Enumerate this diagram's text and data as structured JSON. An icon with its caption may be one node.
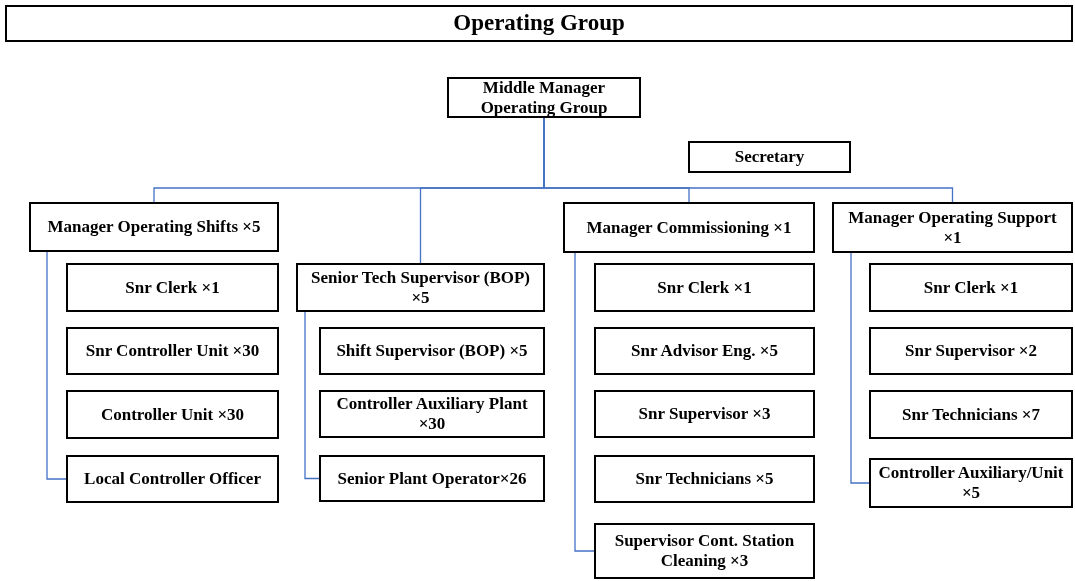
{
  "diagram": {
    "title": "Operating Group",
    "nodes": [
      {
        "text": [
          "Middle Manager Operating Group"
        ]
      },
      {
        "text": [
          "Secretary"
        ]
      },
      {
        "text": [
          "Manager Operating Shifts ×5"
        ]
      },
      {
        "text": [
          "Snr Clerk ×1"
        ]
      },
      {
        "text": [
          "Snr Controller Unit ×30"
        ]
      },
      {
        "text": [
          "Controller Unit ×30"
        ]
      },
      {
        "text": [
          "Local Controller Officer"
        ]
      },
      {
        "text": [
          "Senior Tech Supervisor (BOP) ×5"
        ]
      },
      {
        "text": [
          "Shift Supervisor (BOP) ×5"
        ]
      },
      {
        "text": [
          "Controller Auxiliary Plant ×30"
        ]
      },
      {
        "text": [
          "Senior Plant Operator×26"
        ]
      },
      {
        "text": [
          "Manager Commissioning ×1"
        ]
      },
      {
        "text": [
          "Snr Clerk ×1"
        ]
      },
      {
        "text": [
          "Snr Advisor Eng. ×5"
        ]
      },
      {
        "text": [
          "Snr Supervisor ×3"
        ]
      },
      {
        "text": [
          "Snr Technicians ×5"
        ]
      },
      {
        "text": [
          "Supervisor Cont. Station Cleaning ×3"
        ]
      },
      {
        "text": [
          "Manager Operating Support ×1"
        ]
      },
      {
        "text": [
          "Snr Clerk ×1"
        ]
      },
      {
        "text": [
          "Snr Supervisor ×2"
        ]
      },
      {
        "text": [
          "Snr Technicians ×7"
        ]
      },
      {
        "text": [
          "Controller Auxiliary/Unit ×5"
        ]
      }
    ],
    "edges": [
      {
        "from": 0,
        "to": 2,
        "arrow": "none"
      },
      {
        "from": 0,
        "to": 7,
        "arrow": "none"
      },
      {
        "from": 0,
        "to": 11,
        "arrow": "none"
      },
      {
        "from": 0,
        "to": 17,
        "arrow": "none"
      },
      {
        "from": 2,
        "to": 6,
        "arrow": "none"
      },
      {
        "from": 7,
        "to": 10,
        "arrow": "none"
      },
      {
        "from": 11,
        "to": 16,
        "arrow": "none"
      },
      {
        "from": 17,
        "to": 21,
        "arrow": "none"
      }
    ]
  }
}
